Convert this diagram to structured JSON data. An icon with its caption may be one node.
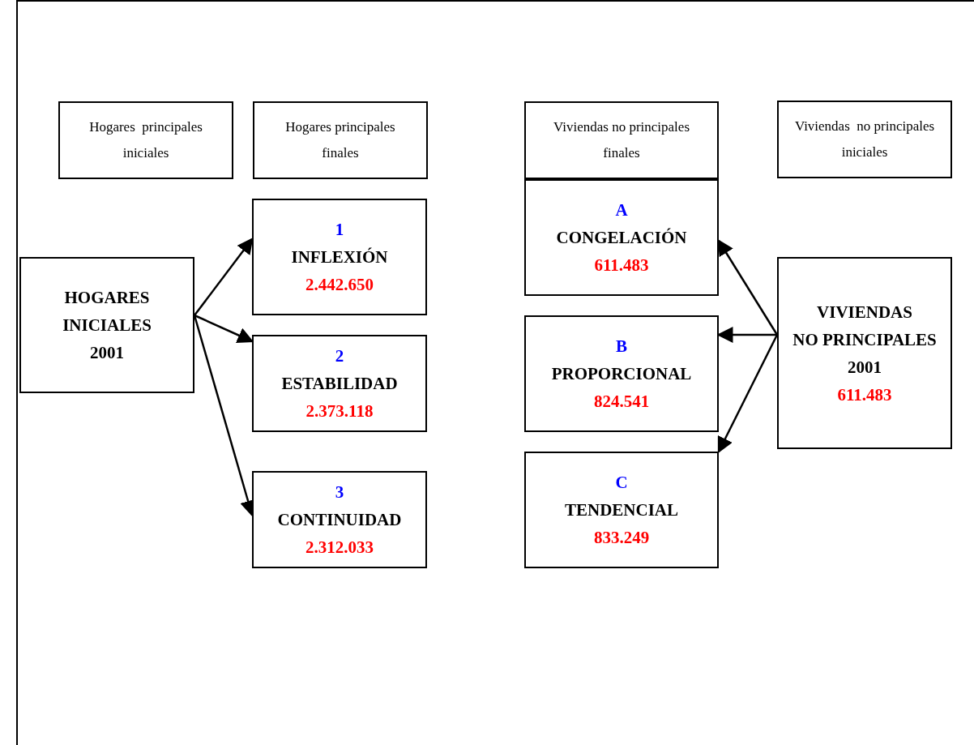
{
  "diagram": {
    "nodes": [
      {
        "text": [
          "Hogares  principales iniciales"
        ]
      },
      {
        "text": [
          "Hogares principales finales"
        ]
      },
      {
        "text": [
          "Viviendas no principales finales"
        ]
      },
      {
        "text": [
          "Viviendas  no principales iniciales"
        ]
      },
      {
        "text": [
          "HOGARES",
          "INICIALES",
          "2001"
        ]
      },
      {
        "text": [
          "1",
          "INFLEXIÓN",
          "2.442.650"
        ]
      },
      {
        "text": [
          "2",
          "ESTABILIDAD",
          "2.373.118"
        ]
      },
      {
        "text": [
          "3",
          "CONTINUIDAD",
          "2.312.033"
        ]
      },
      {
        "text": [
          "A",
          "CONGELACIÓN",
          "611.483"
        ]
      },
      {
        "text": [
          "B",
          "PROPORCIONAL",
          "824.541"
        ]
      },
      {
        "text": [
          "C",
          "TENDENCIAL",
          "833.249"
        ]
      },
      {
        "text": [
          "VIVIENDAS",
          "NO PRINCIPALES",
          "2001",
          "611.483"
        ]
      }
    ],
    "edges": [
      {
        "from": 4,
        "to": 5,
        "arrow": "to"
      },
      {
        "from": 4,
        "to": 6,
        "arrow": "to"
      },
      {
        "from": 4,
        "to": 7,
        "arrow": "to"
      },
      {
        "from": 11,
        "to": 8,
        "arrow": "to"
      },
      {
        "from": 11,
        "to": 9,
        "arrow": "to"
      },
      {
        "from": 11,
        "to": 10,
        "arrow": "to"
      }
    ]
  }
}
